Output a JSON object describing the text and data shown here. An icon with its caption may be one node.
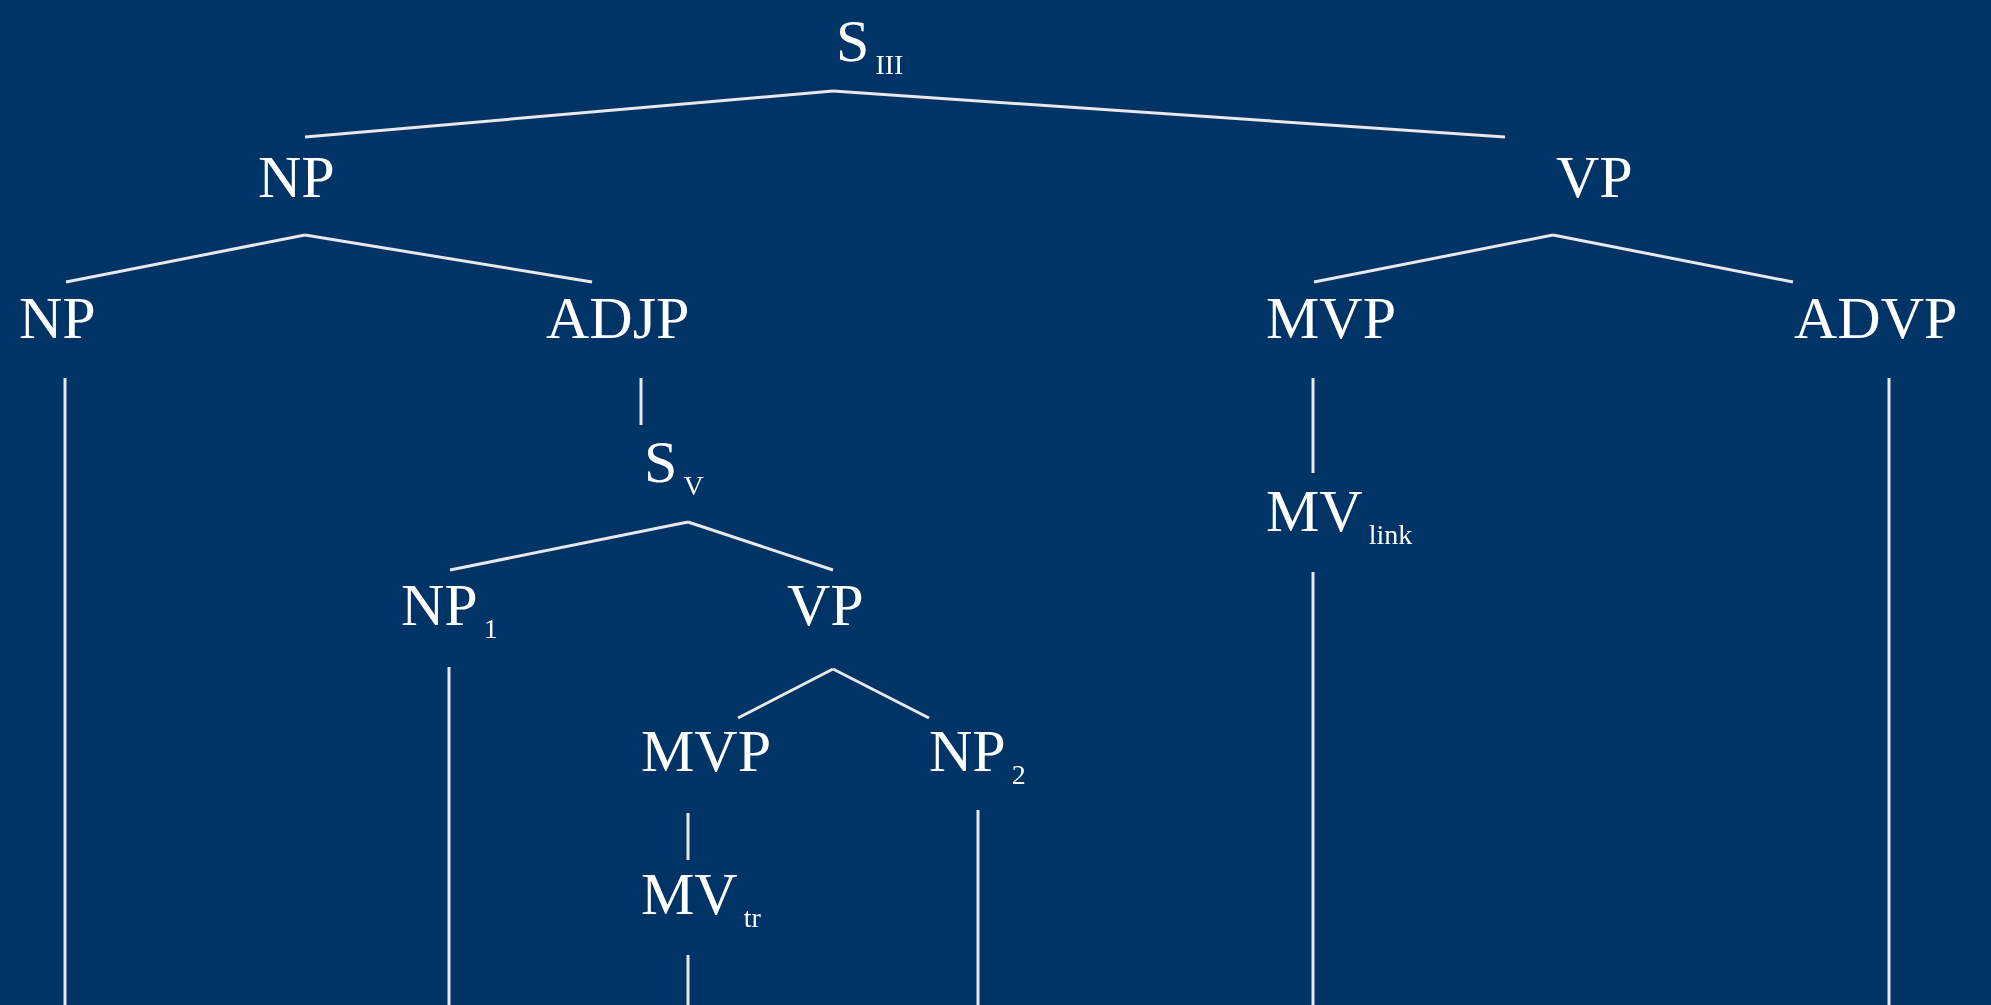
{
  "diagram": {
    "nodes": [
      {
        "text": [
          "S$_{III}$"
        ]
      },
      {
        "text": [
          "NP"
        ]
      },
      {
        "text": [
          "VP"
        ]
      },
      {
        "text": [
          "NP"
        ]
      },
      {
        "text": [
          "ADJP"
        ]
      },
      {
        "text": [
          "MVP"
        ]
      },
      {
        "text": [
          "ADVP"
        ]
      },
      {
        "text": [
          "S$_{V}$"
        ]
      },
      {
        "text": [
          "NP$_{1}$"
        ]
      },
      {
        "text": [
          "VP"
        ]
      },
      {
        "text": [
          "MV$_{link}$"
        ]
      },
      {
        "text": [
          "MVP"
        ]
      },
      {
        "text": [
          "NP$_{2}$"
        ]
      },
      {
        "text": [
          "MV$_{tr}$"
        ]
      }
    ],
    "edges": [
      {
        "from": 0,
        "to": 1,
        "arrow": "none"
      },
      {
        "from": 0,
        "to": 2,
        "arrow": "none"
      },
      {
        "from": 1,
        "to": 3,
        "arrow": "none"
      },
      {
        "from": 1,
        "to": 4,
        "arrow": "none"
      },
      {
        "from": 2,
        "to": 5,
        "arrow": "none"
      },
      {
        "from": 2,
        "to": 6,
        "arrow": "none"
      },
      {
        "from": 4,
        "to": 7,
        "arrow": "none"
      },
      {
        "from": 7,
        "to": 8,
        "arrow": "none"
      },
      {
        "from": 7,
        "to": 9,
        "arrow": "none"
      },
      {
        "from": 5,
        "to": 10,
        "arrow": "none"
      },
      {
        "from": 9,
        "to": 11,
        "arrow": "none"
      },
      {
        "from": 9,
        "to": 12,
        "arrow": "none"
      },
      {
        "from": 11,
        "to": 13,
        "arrow": "none"
      },
      {
        "from": 3,
        "to": null,
        "arrow": "none"
      },
      {
        "from": 8,
        "to": null,
        "arrow": "none"
      },
      {
        "from": 13,
        "to": null,
        "arrow": "none"
      },
      {
        "from": 12,
        "to": null,
        "arrow": "none"
      },
      {
        "from": 10,
        "to": null,
        "arrow": "none"
      },
      {
        "from": 6,
        "to": null,
        "arrow": "none"
      }
    ]
  }
}
